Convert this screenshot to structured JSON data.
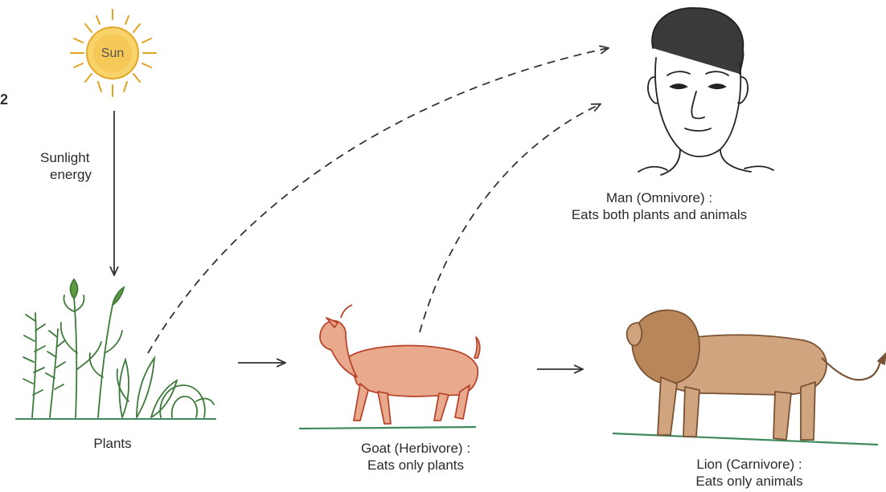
{
  "sun": {
    "label": "Sun"
  },
  "sunlight": {
    "line1": "Sunlight",
    "line2": "energy"
  },
  "plants": {
    "label": "Plants"
  },
  "goat": {
    "line1": "Goat (Herbivore) :",
    "line2": "Eats only plants"
  },
  "lion": {
    "line1": "Lion (Carnivore) :",
    "line2": "Eats only animals"
  },
  "man": {
    "line1": "Man (Omnivore) :",
    "line2": "Eats both plants and animals"
  },
  "margin_marker": "2",
  "colors": {
    "sun_fill": "#f5c84a",
    "sun_ray": "#e8a920",
    "plant_green": "#3d7a3a",
    "goat": "#c2573a",
    "lion": "#b5835a",
    "ground": "#3f8a5c",
    "arrow": "#333333"
  }
}
